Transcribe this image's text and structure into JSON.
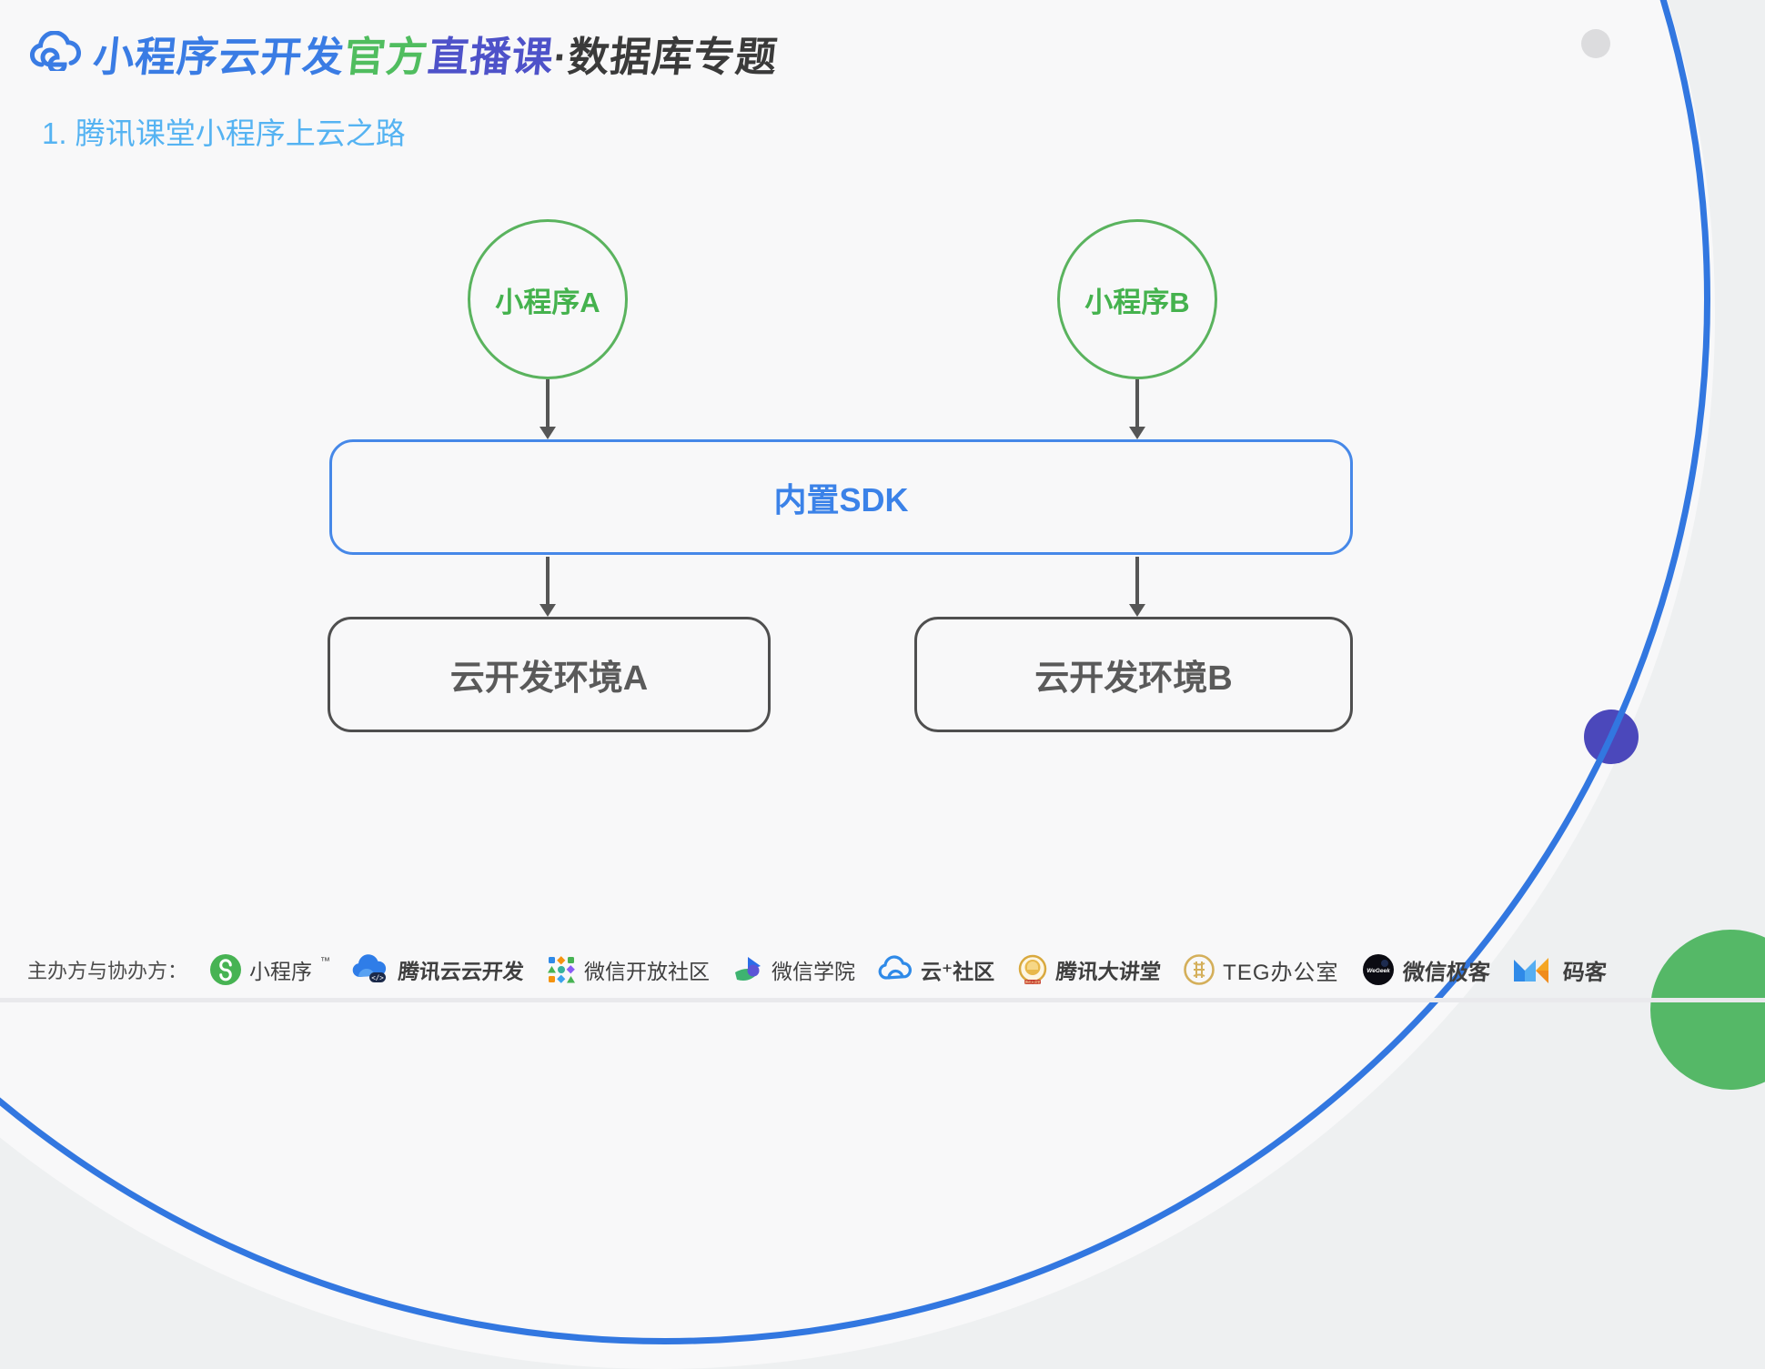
{
  "header": {
    "logo_icon": "cloudbase-cloud-icon",
    "title_segments": [
      {
        "text": "小程序云开发",
        "color": "#3a7ce4"
      },
      {
        "text": "官方",
        "color": "#50bd5f"
      },
      {
        "text": "直播课",
        "color": "#4e52c9"
      },
      {
        "text": "·数据库专题",
        "color": "#3a3a3a"
      }
    ]
  },
  "subtitle": "1. 腾讯课堂小程序上云之路",
  "diagram": {
    "circle_a": "小程序A",
    "circle_b": "小程序B",
    "sdk": "内置SDK",
    "env_a": "云开发环境A",
    "env_b": "云开发环境B"
  },
  "footer": {
    "label": "主办方与协办方：",
    "sponsors": [
      {
        "name": "小程序",
        "tm": "™",
        "icon": "miniprogram-icon"
      },
      {
        "name": "腾讯云云开发",
        "icon": "tencent-cloudbase-icon"
      },
      {
        "name": "微信开放社区",
        "icon": "wechat-open-community-icon"
      },
      {
        "name": "微信学院",
        "icon": "wechat-academy-icon"
      },
      {
        "name": "云⁺社区",
        "icon": "cloud-plus-community-icon"
      },
      {
        "name": "腾讯大讲堂",
        "icon": "tencent-lecture-hall-icon"
      },
      {
        "name": "TEG办公室",
        "icon": "teg-office-icon"
      },
      {
        "name": "微信极客",
        "icon": "wegeek-icon"
      },
      {
        "name": "码客",
        "icon": "maker-mk-icon"
      }
    ]
  },
  "colors": {
    "background": "#f8f8f9",
    "corner_shade": "#eef0f1",
    "arc_blue": "#3277e0",
    "purple_dot": "#4b48bb",
    "green_corner": "#55b867",
    "gray_dot": "#dcdcde",
    "node_green_border": "#5ab35e",
    "node_green_text": "#45b24e",
    "sdk_blue": "#3b82e8",
    "env_border": "#4f4f4f",
    "arrow_gray": "#565656",
    "subtitle_blue": "#55b3f2"
  }
}
